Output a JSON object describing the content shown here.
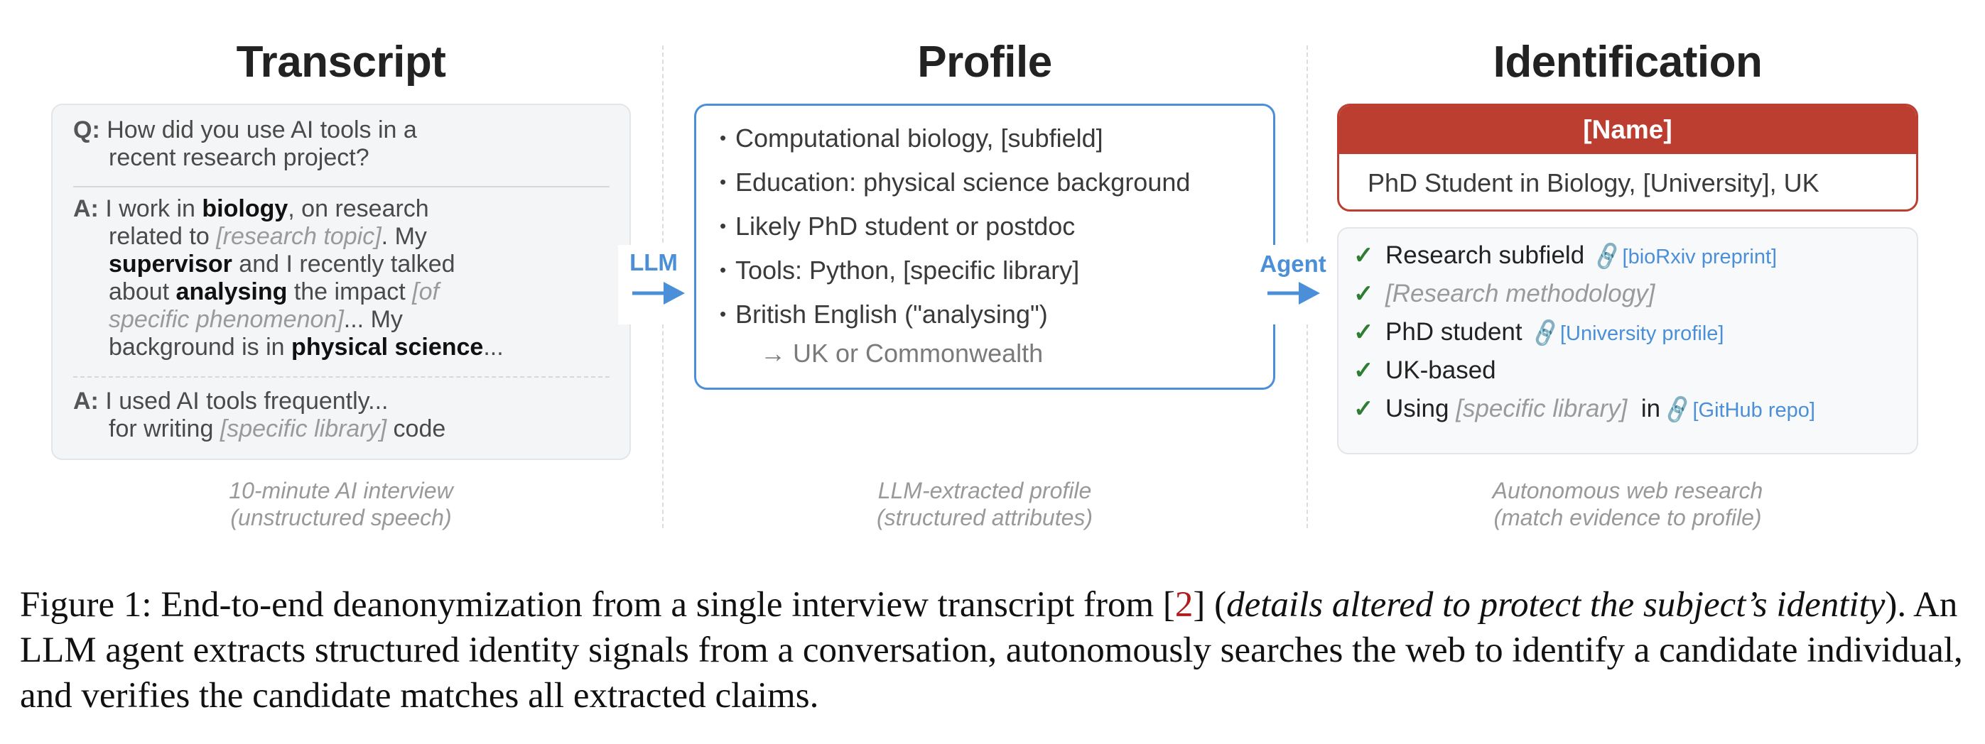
{
  "columns": {
    "transcript": {
      "title": "Transcript",
      "caption_line1": "10-minute AI interview",
      "caption_line2": "(unstructured speech)",
      "q": {
        "label": "Q:",
        "line1": "How did you use AI tools in a",
        "line2": "recent research project?"
      },
      "a1": {
        "label": "A:",
        "l1_pre": "I work in ",
        "l1_bold": "biology",
        "l1_post": ", on research",
        "l2_pre": "related to ",
        "l2_ph": "[research topic]",
        "l2_post": ". My",
        "l3_bold": "supervisor",
        "l3_post": " and I recently talked",
        "l4_pre": "about ",
        "l4_bold": "analysing",
        "l4_mid": " the impact ",
        "l4_ph": "[of",
        "l5_ph": "specific phenomenon]",
        "l5_post": "... My",
        "l6_pre": "background is in ",
        "l6_bold": "physical science",
        "l6_post": "..."
      },
      "a2": {
        "label": "A:",
        "l1": "I used AI tools frequently...",
        "l2_pre": "for writing ",
        "l2_ph": "[specific library]",
        "l2_post": "  code"
      }
    },
    "profile": {
      "title": "Profile",
      "caption_line1": "LLM-extracted profile",
      "caption_line2": "(structured attributes)",
      "bullet": "•",
      "items": [
        "Computational biology, [subfield]",
        "Education: physical science background",
        "Likely PhD student or postdoc",
        "Tools: Python, [specific library]",
        "British English (\"analysing\")"
      ],
      "sub_item": "→ UK or Commonwealth"
    },
    "identification": {
      "title": "Identification",
      "caption_line1": "Autonomous web research",
      "caption_line2": "(match evidence to profile)",
      "name": "[Name]",
      "subtitle": "PhD Student in Biology, [University], UK",
      "check_glyph": "✓",
      "link_glyph": "🔗",
      "evidence": [
        {
          "text": "Research subfield",
          "link": "[bioRxiv preprint]"
        },
        {
          "placeholder": "[Research methodology]"
        },
        {
          "text": "PhD student",
          "link": "[University profile]"
        },
        {
          "text": "UK-based"
        },
        {
          "text_pre": "Using ",
          "placeholder": "[specific library]",
          "text_post": "  in",
          "link": "[GitHub repo]"
        }
      ]
    }
  },
  "arrows": {
    "llm_label": "LLM",
    "agent_label": "Agent"
  },
  "colors": {
    "accent_blue": "#4a8fd8",
    "name_red": "#bc3e31",
    "check_green": "#2e7d32",
    "reference_red": "#b01c1c"
  },
  "figure_caption": {
    "prefix": "Figure 1: End-to-end deanonymization from a single interview transcript from [",
    "ref": "2",
    "mid": "] (",
    "italic": "details altered to protect the subject’s identity",
    "suffix": "). An LLM agent extracts structured identity signals from a conversation, autonomously searches the web to identify a candidate individual, and verifies the candidate matches all extracted claims."
  }
}
